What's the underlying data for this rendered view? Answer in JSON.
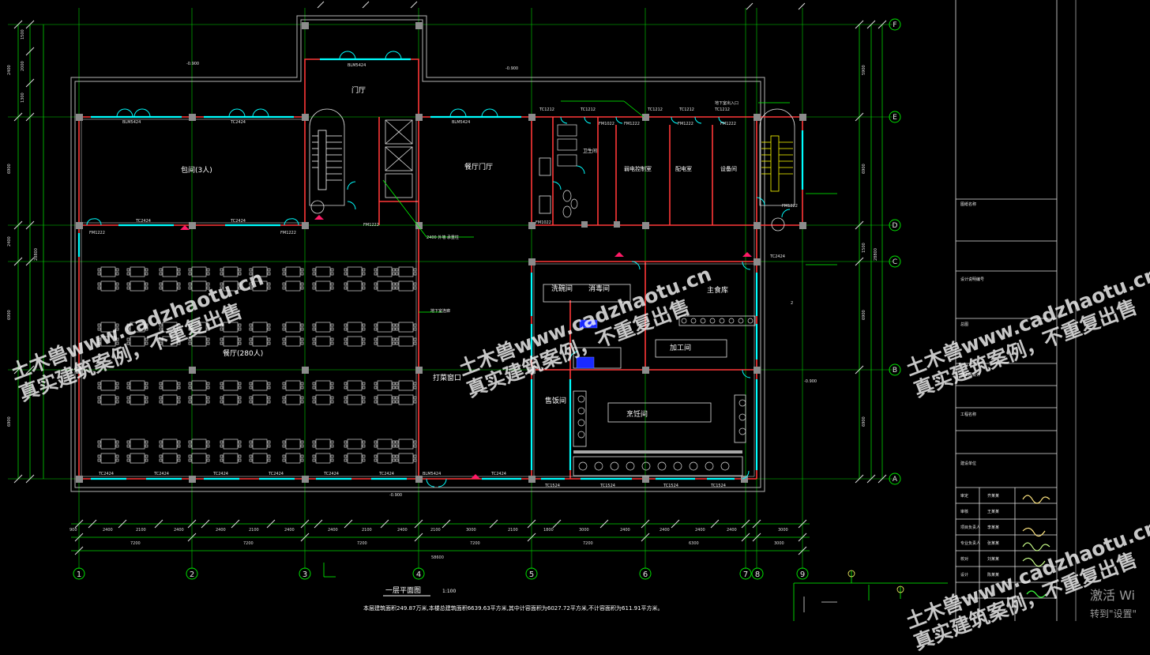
{
  "drawing": {
    "grid_columns": [
      "1",
      "2",
      "3",
      "4",
      "5",
      "6",
      "7",
      "8",
      "9"
    ],
    "grid_rows": [
      "F",
      "E",
      "D",
      "C",
      "B",
      "A"
    ],
    "room_labels": {
      "lobby": "门厅",
      "private_dining": "包间(3人)",
      "restaurant_lobby": "餐厅门厅",
      "dining_hall": "餐厅(280人)",
      "serving_area": "打菜窗口",
      "dishwashing": "洗碗间",
      "disinfection": "消毒间",
      "main_storage": "主食库",
      "processing": "加工间",
      "cooking": "烹饪间",
      "staple_room": "售饭间",
      "wcs": "卫生间",
      "weak_room": "弱电控制室",
      "electric_room": "配电室",
      "equipment": "设备间"
    },
    "overall_dimension": "58600",
    "title_text": "一层平面图",
    "scale_text": "1:100",
    "note_text": "本层建筑面积249.87万米,本楼总建筑面积6639.63平方米,其中计容面积为6027.72平方米,不计容面积为611.91平方米。",
    "elev_text": "-0.900"
  },
  "title_block": {
    "rows": [
      "图纸名称",
      "设计说明编号",
      "总图",
      "施工图设计",
      "工程名称",
      "建设单位",
      "审定",
      "审核",
      "项目负责人",
      "专业负责人",
      "校对",
      "设计"
    ],
    "names": [
      "齐某某",
      "王某某",
      "李某某",
      "张某某",
      "刘某某",
      "陈某某"
    ]
  },
  "watermark": {
    "line1": "土木兽www.cadzhaotu.cn",
    "line2": "真实建筑案例，不重复出售"
  },
  "system_overlay": {
    "activate_title": "激活 Wi",
    "activate_hint": "转到\"设置\""
  },
  "colors": {
    "background": "#000000",
    "axis": "#00e000",
    "wall": "#ff3b3b",
    "window": "#00ffff",
    "furniture": "#ffffff",
    "column": "#8c8c8c",
    "stair": "#ffff00"
  }
}
